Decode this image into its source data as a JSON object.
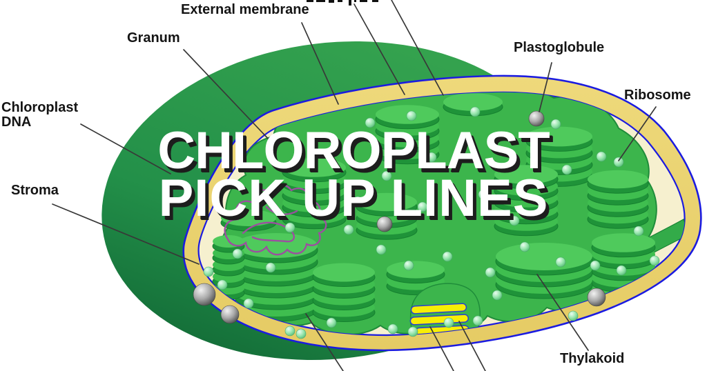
{
  "overlay": {
    "line1": "CHLOROPLAST",
    "line2": "PICK UP LINES"
  },
  "labels": {
    "external_membrane": "External membrane",
    "granum": "Granum",
    "chloroplast_dna": "Chloroplast DNA",
    "stroma": "Stroma",
    "plastoglobule": "Plastoglobule",
    "ribosome": "Ribosome",
    "thylakoid": "Thylakoid"
  },
  "figure": {
    "type": "chloroplast cross-section diagram",
    "notes": "Labelled organelle diagram with large white meme caption overlaid; extra label rows are cut off at the top and bottom edges of the image (only leader-line stubs and letter fragments visible).",
    "labeled_parts": [
      "External membrane",
      "Granum",
      "Chloroplast DNA",
      "Stroma",
      "Plastoglobule",
      "Ribosome",
      "Thylakoid"
    ],
    "colors": {
      "membrane_outline_blue": "#1b1be0",
      "envelope_band_yellow": "#ecd676",
      "stroma_fluid_cream": "#f6f0cf",
      "stroma_surface_green": "#3cb54c",
      "thylakoid_disk_top_green": "#3fbe4f",
      "thylakoid_disk_side_green": "#1f9339",
      "back_body_green_light": "#36a44f",
      "back_body_green_dark": "#0d5f31",
      "dna_squiggle_purple": "#9c4fa0",
      "plastoglobule_gray": "#8a8a8a",
      "ribosome_light_green": "#93e4a9",
      "thylakoid_lumen_yellow": "#f8ee05",
      "label_text": "#141414",
      "overlay_text": "#ffffff",
      "overlay_shadow": "#1d1d1d",
      "leader_line": "#383838"
    }
  }
}
